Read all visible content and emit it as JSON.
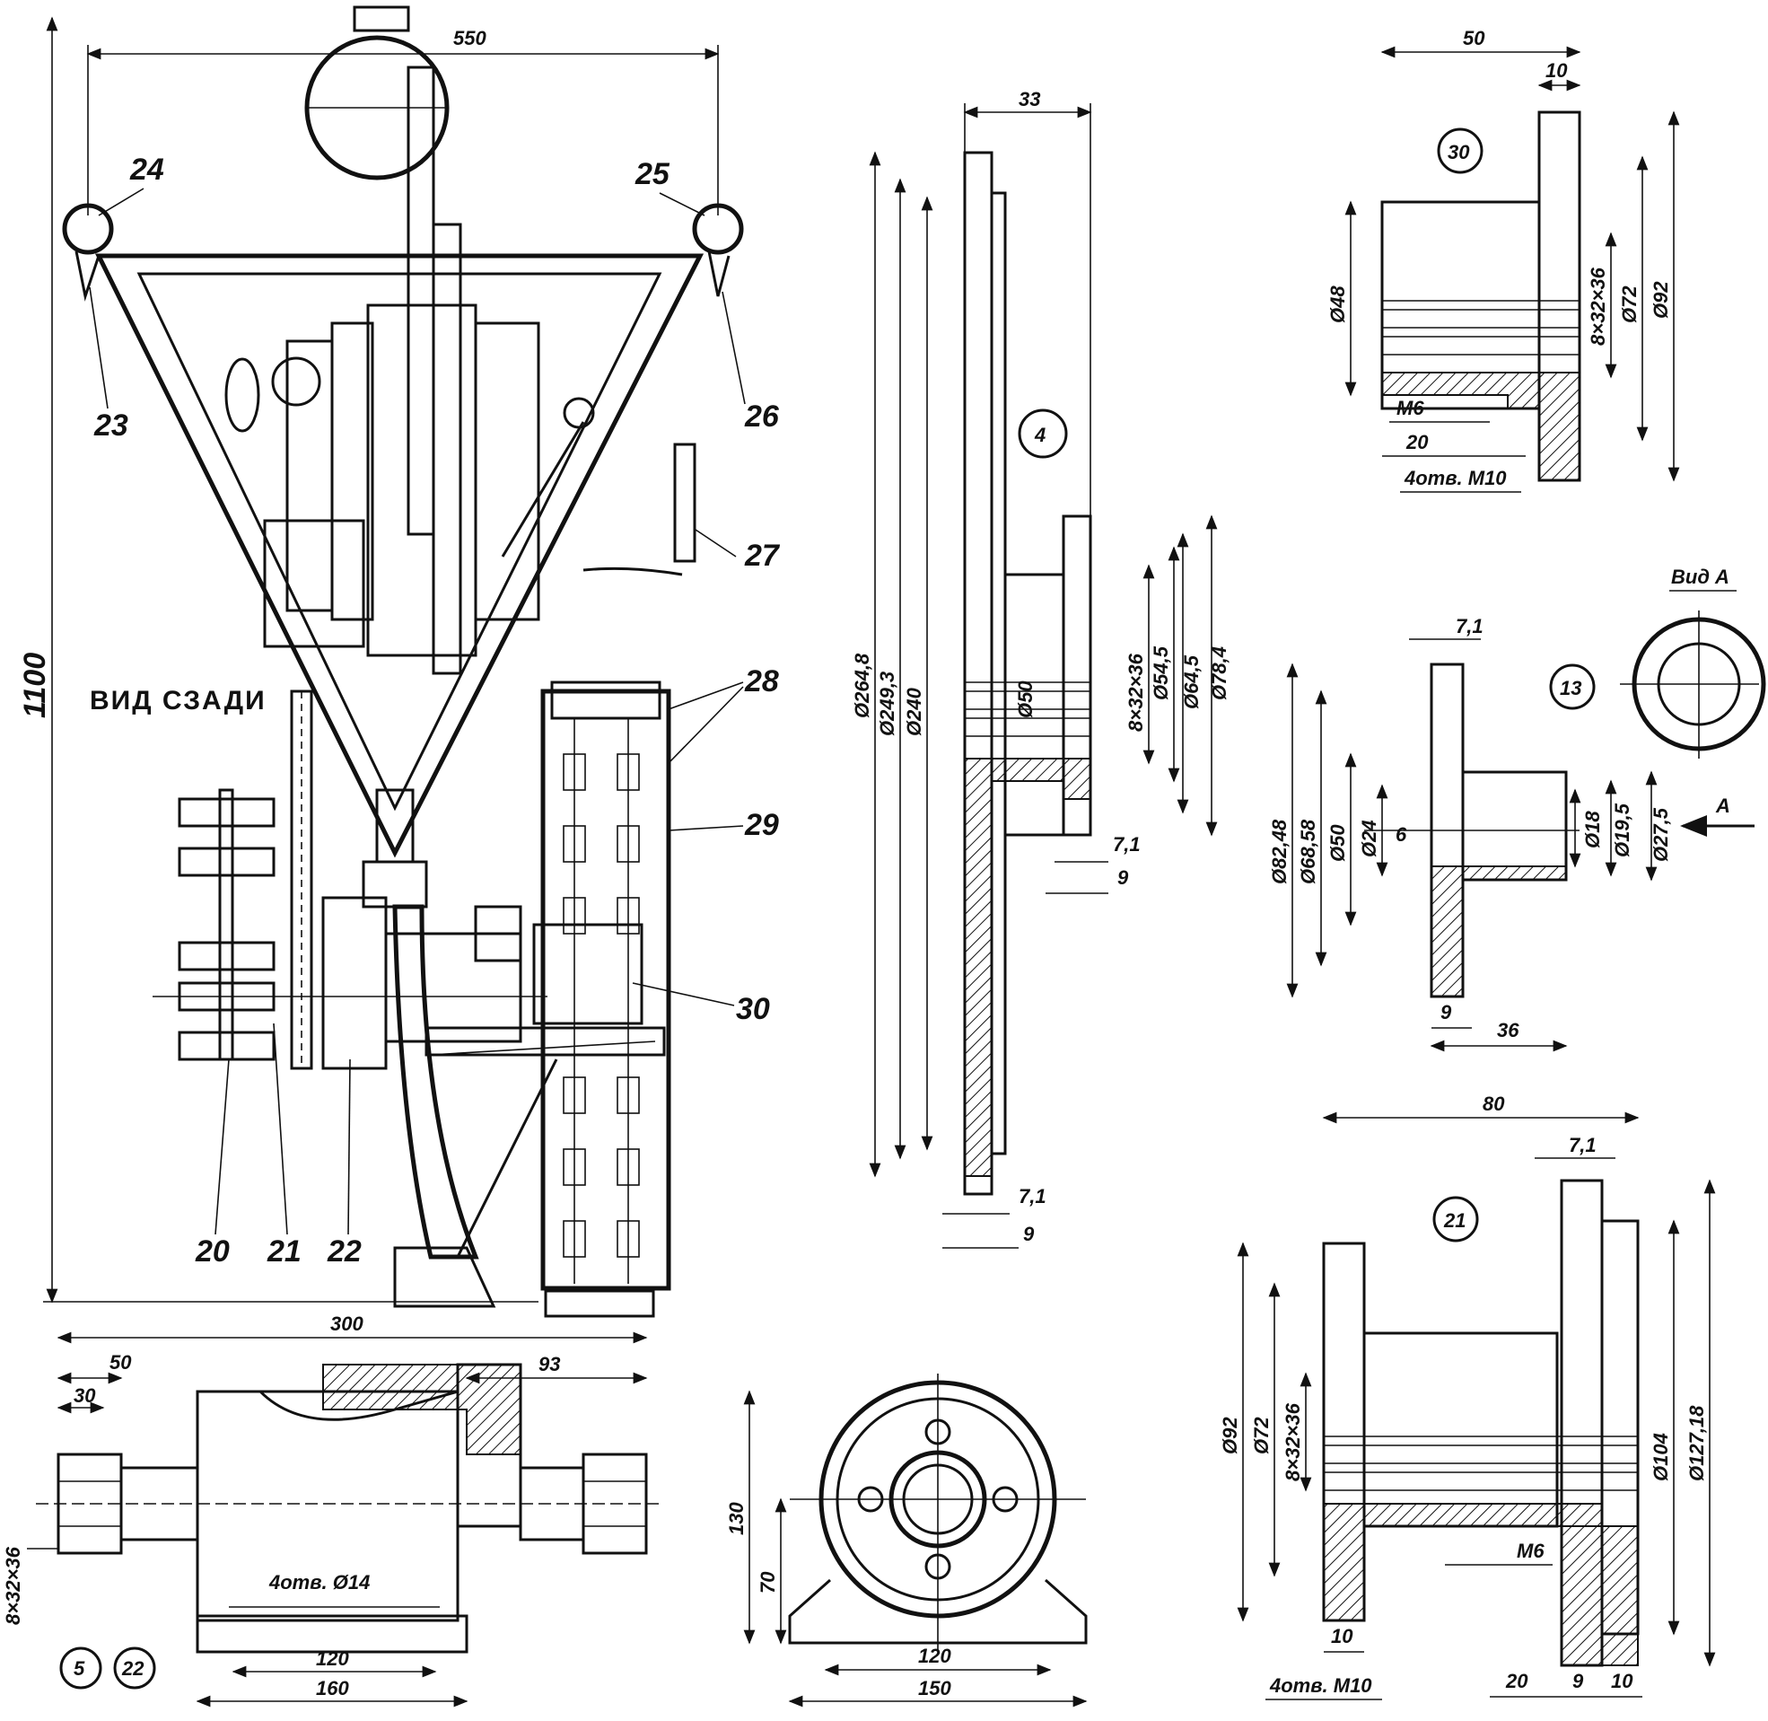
{
  "rear_view": {
    "title": "ВИД СЗАДИ",
    "dim_width": "550",
    "dim_height": "1100",
    "callouts": [
      "20",
      "21",
      "22",
      "23",
      "24",
      "25",
      "26",
      "27",
      "28",
      "29",
      "30"
    ]
  },
  "hub_4": {
    "part_number": "4",
    "dims": [
      "33",
      "Ø264,8",
      "Ø249,3",
      "Ø240",
      "Ø50",
      "8×32×36",
      "Ø54,5",
      "Ø64,5",
      "Ø78,4",
      "7,1",
      "9",
      "7,1",
      "9"
    ]
  },
  "part_30": {
    "part_number": "30",
    "dims": [
      "50",
      "10",
      "Ø48",
      "8×32×36",
      "Ø72",
      "Ø92",
      "M6",
      "20",
      "4отв. М10"
    ]
  },
  "part_13": {
    "part_number": "13",
    "view_label": "Вид А",
    "arrow_label": "А",
    "dims": [
      "7,1",
      "Ø82,48",
      "Ø68,58",
      "Ø50",
      "Ø24",
      "6",
      "Ø18",
      "Ø19,5",
      "Ø27,5",
      "9",
      "36"
    ]
  },
  "part_21": {
    "part_number": "21",
    "dims": [
      "80",
      "7,1",
      "Ø92",
      "Ø72",
      "8×32×36",
      "Ø104",
      "Ø127,18",
      "M6",
      "10",
      "4отв. М10",
      "20",
      "9",
      "10"
    ]
  },
  "bearing_5_22": {
    "part_numbers": [
      "5",
      "22"
    ],
    "dims": [
      "300",
      "50",
      "30",
      "93",
      "8×32×36",
      "4отв. Ø14",
      "120",
      "160"
    ]
  },
  "bearing_end": {
    "dims": [
      "130",
      "70",
      "120",
      "150"
    ]
  }
}
